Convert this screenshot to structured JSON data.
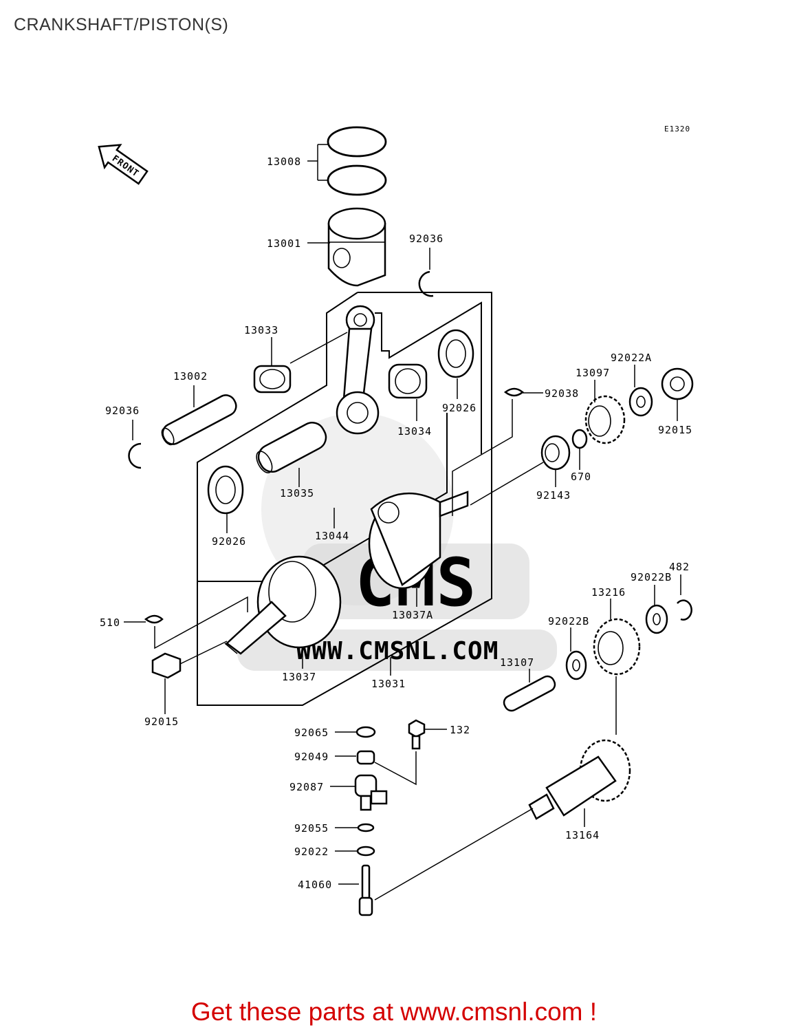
{
  "title": "CRANKSHAFT/PISTON(S)",
  "diagram_code": "E1320",
  "front_label": "FRONT",
  "watermark": {
    "logo_text": "CMS",
    "url_text": "WWW.CMSNL.COM"
  },
  "footer_text": "Get these parts at www.cmsnl.com !",
  "footer_color": "#d40000",
  "parts": {
    "p13008": "13008",
    "p13001": "13001",
    "p92036_top": "92036",
    "p13033": "13033",
    "p13002": "13002",
    "p92036_left": "92036",
    "p13035": "13035",
    "p92026_left": "92026",
    "p13044": "13044",
    "p13034": "13034",
    "p92026_right": "92026",
    "p92038": "92038",
    "p13097": "13097",
    "p92022A": "92022A",
    "p92015_right": "92015",
    "p670": "670",
    "p92143": "92143",
    "p13037A": "13037A",
    "p510": "510",
    "p13037": "13037",
    "p13031": "13031",
    "p92015_left": "92015",
    "p482": "482",
    "p92022B_top": "92022B",
    "p13216": "13216",
    "p92022B_mid": "92022B",
    "p13107": "13107",
    "p92065": "92065",
    "p132": "132",
    "p92049": "92049",
    "p92087": "92087",
    "p92055": "92055",
    "p92022": "92022",
    "p41060": "41060",
    "p13164": "13164"
  }
}
